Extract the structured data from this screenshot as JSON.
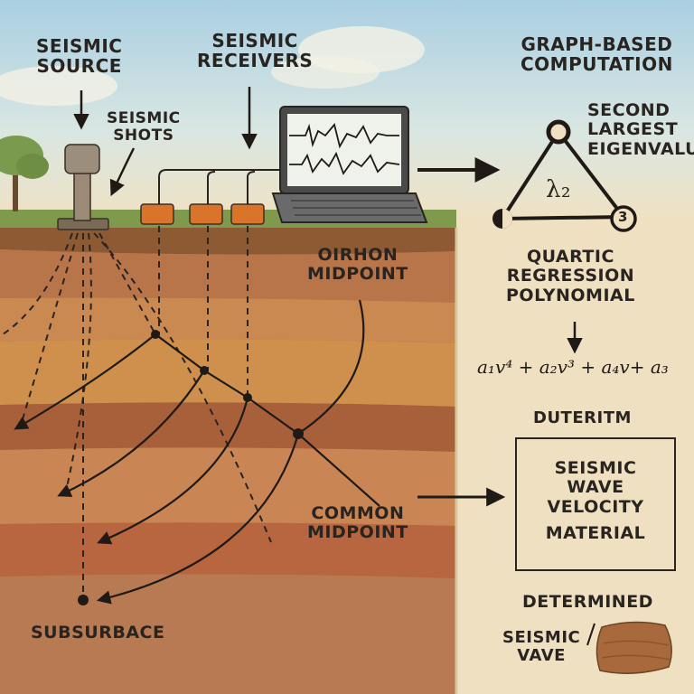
{
  "labels": {
    "seismic_source": [
      "SEISMIC",
      "SOURCE"
    ],
    "seismic_shots": [
      "SEISMIC",
      "SHOTS"
    ],
    "seismic_receivers": [
      "SEISMIC",
      "RECEIVERS"
    ],
    "graph_computation": [
      "GRAPH-BASED",
      "COMPUTATION"
    ],
    "second_eigenvalue": [
      "SECOND",
      "LARGEST",
      "EIGENVALU"
    ],
    "lambda": "λ₂",
    "node_number": "3",
    "mirrored_midpoint": [
      "OIRHON",
      "MIDPOINT"
    ],
    "quartic_regression": [
      "QUARTIC",
      "REGRESSION",
      "POLYNOMIAL"
    ],
    "polynomial_formula": "a₁v⁴ + a₂v³ + a₄v+ a₃",
    "duteritm": "DUTERITM",
    "material_box": [
      "SEISMIC",
      "WAVE",
      "VELOCITY",
      "MATERIAL"
    ],
    "common_midpoint": [
      "COMMON",
      "MIDPOINT"
    ],
    "subsurface": "SUBSURBACE",
    "determined": "DETERMINED",
    "seismic_vave": [
      "SEISMIC",
      "VAVE"
    ]
  }
}
